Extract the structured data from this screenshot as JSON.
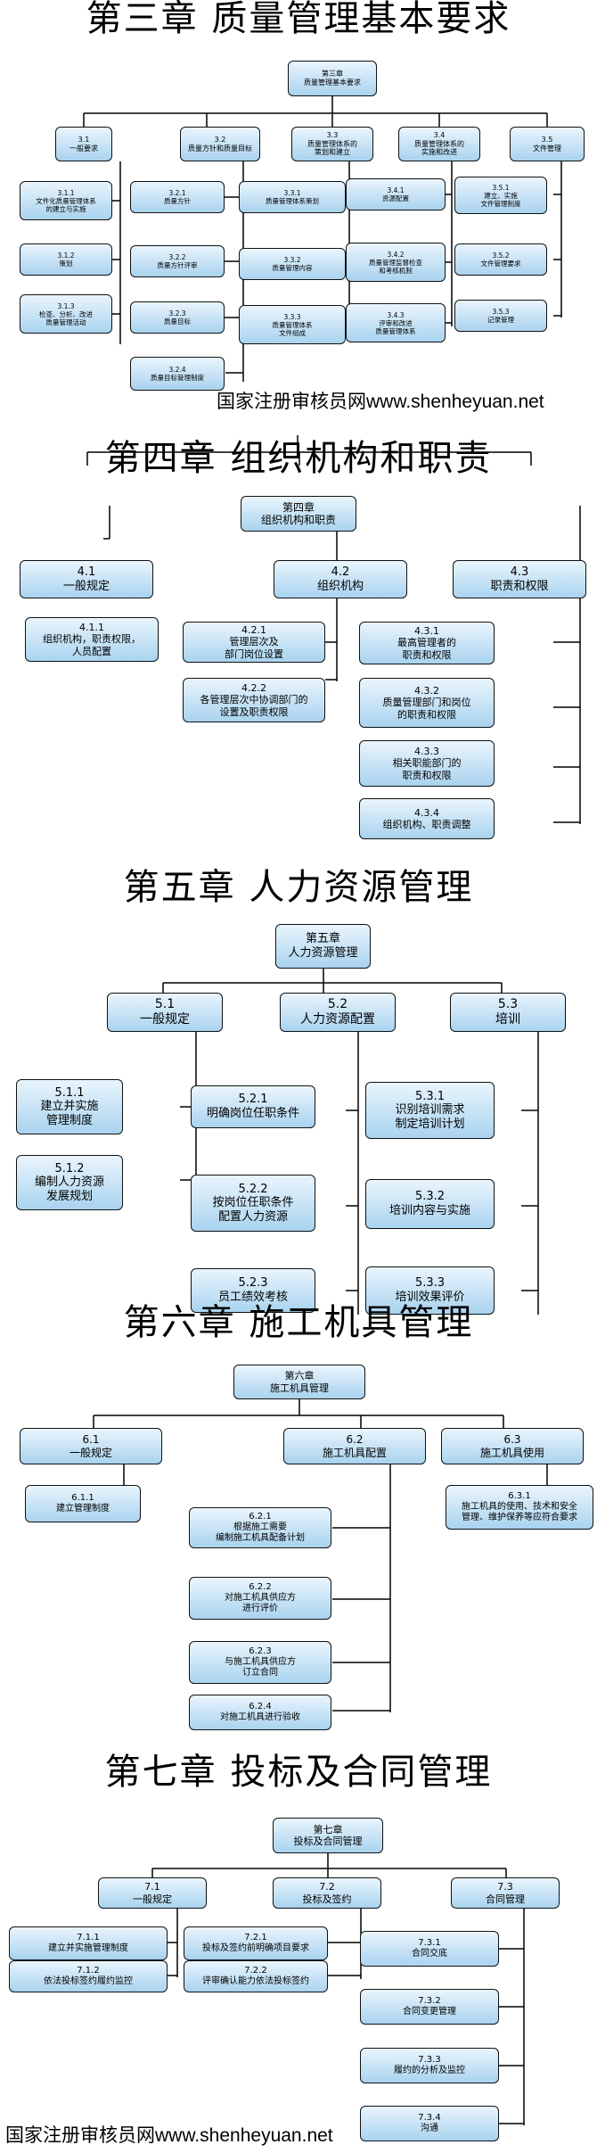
{
  "ch3": {
    "title": "第三章  质量管理基本要求",
    "root": "第三章\n质量管理基本要求",
    "n31": "3.1\n一般要求",
    "n32": "3.2\n质量方针和质量目标",
    "n33": "3.3\n质量管理体系的\n策划和建立",
    "n34": "3.4\n质量管理体系的\n实施和改进",
    "n35": "3.5\n文件管理",
    "n311": "3.1.1\n文件化质量管理体系\n的建立与实施",
    "n312": "3.1.2\n策划",
    "n313": "3.1.3\n检查、分析、改进\n质量管理活动",
    "n321": "3.2.1\n质量方针",
    "n322": "3.2.2\n质量方针评审",
    "n323": "3.2.3\n质量目标",
    "n324": "3.2.4\n质量目标管理制度",
    "n331": "3.3.1\n质量管理体系策划",
    "n332": "3.3.2\n质量管理内容",
    "n333": "3.3.3\n质量管理体系\n文件组成",
    "n341": "3.4.1\n资源配置",
    "n342": "3.4.2\n质量管理监督检查\n和考核机制",
    "n343": "3.4.3\n评审和改进\n质量管理体系",
    "n351": "3.5.1\n建立、实施\n文件管理制度",
    "n352": "3.5.2\n文件管理要求",
    "n353": "3.5.3\n记录管理",
    "watermark": "国家注册审核员网www.shenheyuan.net"
  },
  "ch4": {
    "title": "第四章  组织机构和职责",
    "root": "第四章\n组织机构和职责",
    "n41": "4.1\n一般规定",
    "n42": "4.2\n组织机构",
    "n43": "4.3\n职责和权限",
    "n411": "4.1.1\n组织机构，职责权限，\n人员配置",
    "n421": "4.2.1\n管理层次及\n部门岗位设置",
    "n422": "4.2.2\n各管理层次中协调部门的\n设置及职责权限",
    "n431": "4.3.1\n最高管理者的\n职责和权限",
    "n432": "4.3.2\n质量管理部门和岗位\n的职责和权限",
    "n433": "4.3.3\n相关职能部门的\n职责和权限",
    "n434": "4.3.4\n组织机构、职责调整"
  },
  "ch5": {
    "title": "第五章  人力资源管理",
    "root": "第五章\n人力资源管理",
    "n51": "5.1\n一般规定",
    "n52": "5.2\n人力资源配置",
    "n53": "5.3\n培训",
    "n511": "5.1.1\n建立并实施\n管理制度",
    "n512": "5.1.2\n编制人力资源\n发展规划",
    "n521": "5.2.1\n明确岗位任职条件",
    "n522": "5.2.2\n按岗位任职条件\n配置人力资源",
    "n523": "5.2.3\n员工绩效考核",
    "n531": "5.3.1\n识别培训需求\n制定培训计划",
    "n532": "5.3.2\n培训内容与实施",
    "n533": "5.3.3\n培训效果评价"
  },
  "ch6": {
    "title": "第六章  施工机具管理",
    "root": "第六章\n施工机具管理",
    "n61": "6.1\n一般规定",
    "n62": "6.2\n施工机具配置",
    "n63": "6.3\n施工机具使用",
    "n611": "6.1.1\n建立管理制度",
    "n621": "6.2.1\n根据施工需要\n编制施工机具配备计划",
    "n622": "6.2.2\n对施工机具供应方\n进行评价",
    "n623": "6.2.3\n与施工机具供应方\n订立合同",
    "n624": "6.2.4\n对施工机具进行验收",
    "n631": "6.3.1\n施工机具的使用、技术和安全\n管理、维护保养等应符合要求"
  },
  "ch7": {
    "title": "第七章  投标及合同管理",
    "root": "第七章\n投标及合同管理",
    "n71": "7.1\n一般规定",
    "n72": "7.2\n投标及签约",
    "n73": "7.3\n合同管理",
    "n711": "7.1.1\n建立并实施管理制度",
    "n712": "7.1.2\n依法投标签约履约监控",
    "n721": "7.2.1\n投标及签约前明确项目要求",
    "n722": "7.2.2\n评审确认能力依法投标签约",
    "n731": "7.3.1\n合同交底",
    "n732": "7.3.2\n合同变更管理",
    "n733": "7.3.3\n履约的分析及监控",
    "n734": "7.3.4\n沟通",
    "watermark": "国家注册审核员网www.shenheyuan.net"
  }
}
